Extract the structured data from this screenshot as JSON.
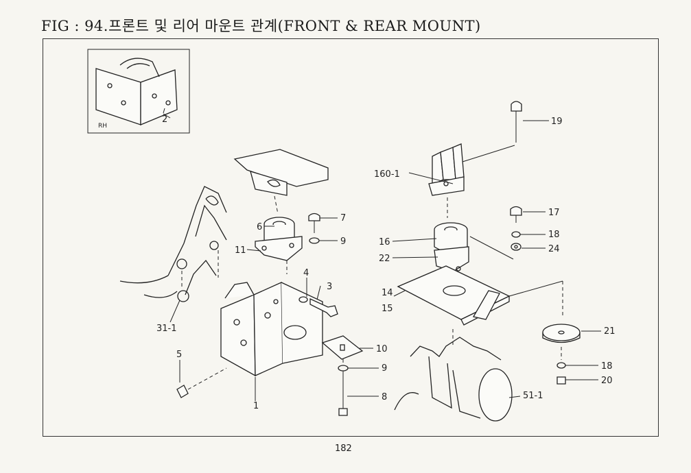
{
  "figure": {
    "title": "FIG : 94.프론트 및 리어 마운트 관계(FRONT & REAR MOUNT)",
    "page_number": "182",
    "inset_side_label": "RH"
  },
  "callouts": [
    {
      "id": "2",
      "text": "2"
    },
    {
      "id": "19",
      "text": "19"
    },
    {
      "id": "160-1",
      "text": "160-1"
    },
    {
      "id": "7",
      "text": "7"
    },
    {
      "id": "6",
      "text": "6"
    },
    {
      "id": "9a",
      "text": "9"
    },
    {
      "id": "11",
      "text": "11"
    },
    {
      "id": "17",
      "text": "17"
    },
    {
      "id": "18a",
      "text": "18"
    },
    {
      "id": "24",
      "text": "24"
    },
    {
      "id": "16",
      "text": "16"
    },
    {
      "id": "22",
      "text": "22"
    },
    {
      "id": "4",
      "text": "4"
    },
    {
      "id": "3",
      "text": "3"
    },
    {
      "id": "14",
      "text": "14"
    },
    {
      "id": "15",
      "text": "15"
    },
    {
      "id": "31-1",
      "text": "31-1"
    },
    {
      "id": "21",
      "text": "21"
    },
    {
      "id": "5",
      "text": "5"
    },
    {
      "id": "10",
      "text": "10"
    },
    {
      "id": "9b",
      "text": "9"
    },
    {
      "id": "18b",
      "text": "18"
    },
    {
      "id": "20",
      "text": "20"
    },
    {
      "id": "8",
      "text": "8"
    },
    {
      "id": "51-1",
      "text": "51-1"
    },
    {
      "id": "1",
      "text": "1"
    }
  ]
}
